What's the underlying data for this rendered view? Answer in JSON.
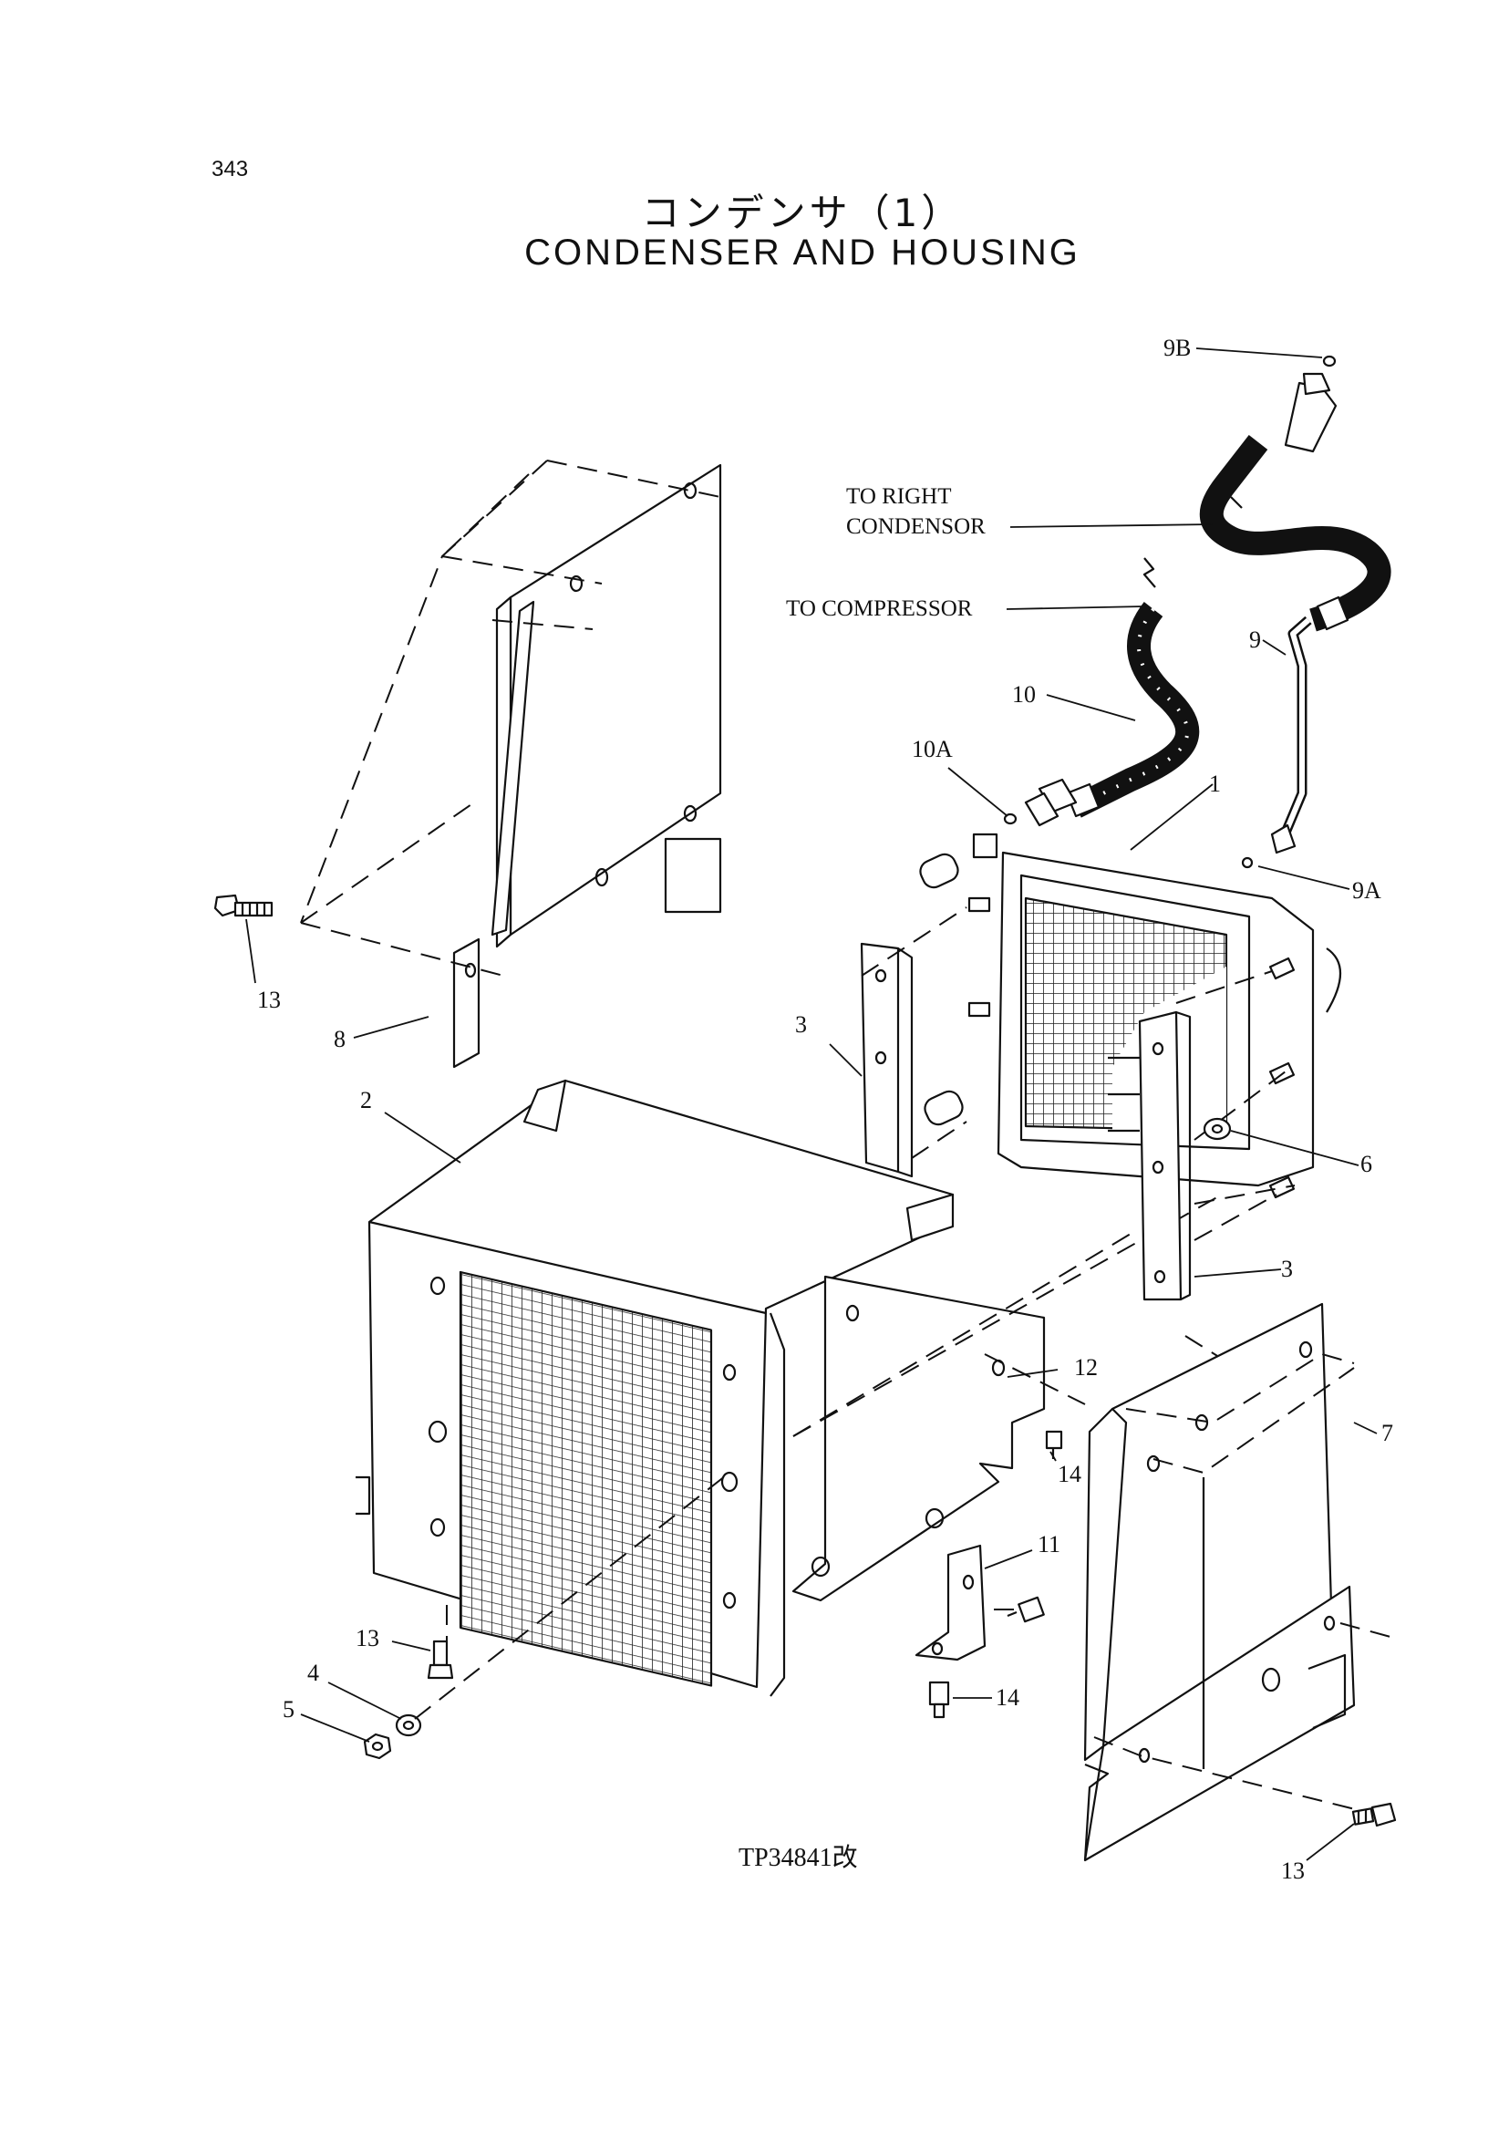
{
  "page_number": "343",
  "title_jp": "コンデンサ（1）",
  "title_en": "CONDENSER AND HOUSING",
  "callouts": {
    "to_right_condensor_1": "TO RIGHT",
    "to_right_condensor_2": "CONDENSOR",
    "to_compressor": "TO COMPRESSOR"
  },
  "part_labels": {
    "p1": "1",
    "p2": "2",
    "p3a": "3",
    "p3b": "3",
    "p4": "4",
    "p5": "5",
    "p6": "6",
    "p7": "7",
    "p8": "8",
    "p9": "9",
    "p9a": "9A",
    "p9b": "9B",
    "p10": "10",
    "p10a": "10A",
    "p11": "11",
    "p12": "12",
    "p13a": "13",
    "p13b": "13",
    "p13c": "13",
    "p14a": "14",
    "p14b": "14"
  },
  "drawing_number": "TP34841改"
}
